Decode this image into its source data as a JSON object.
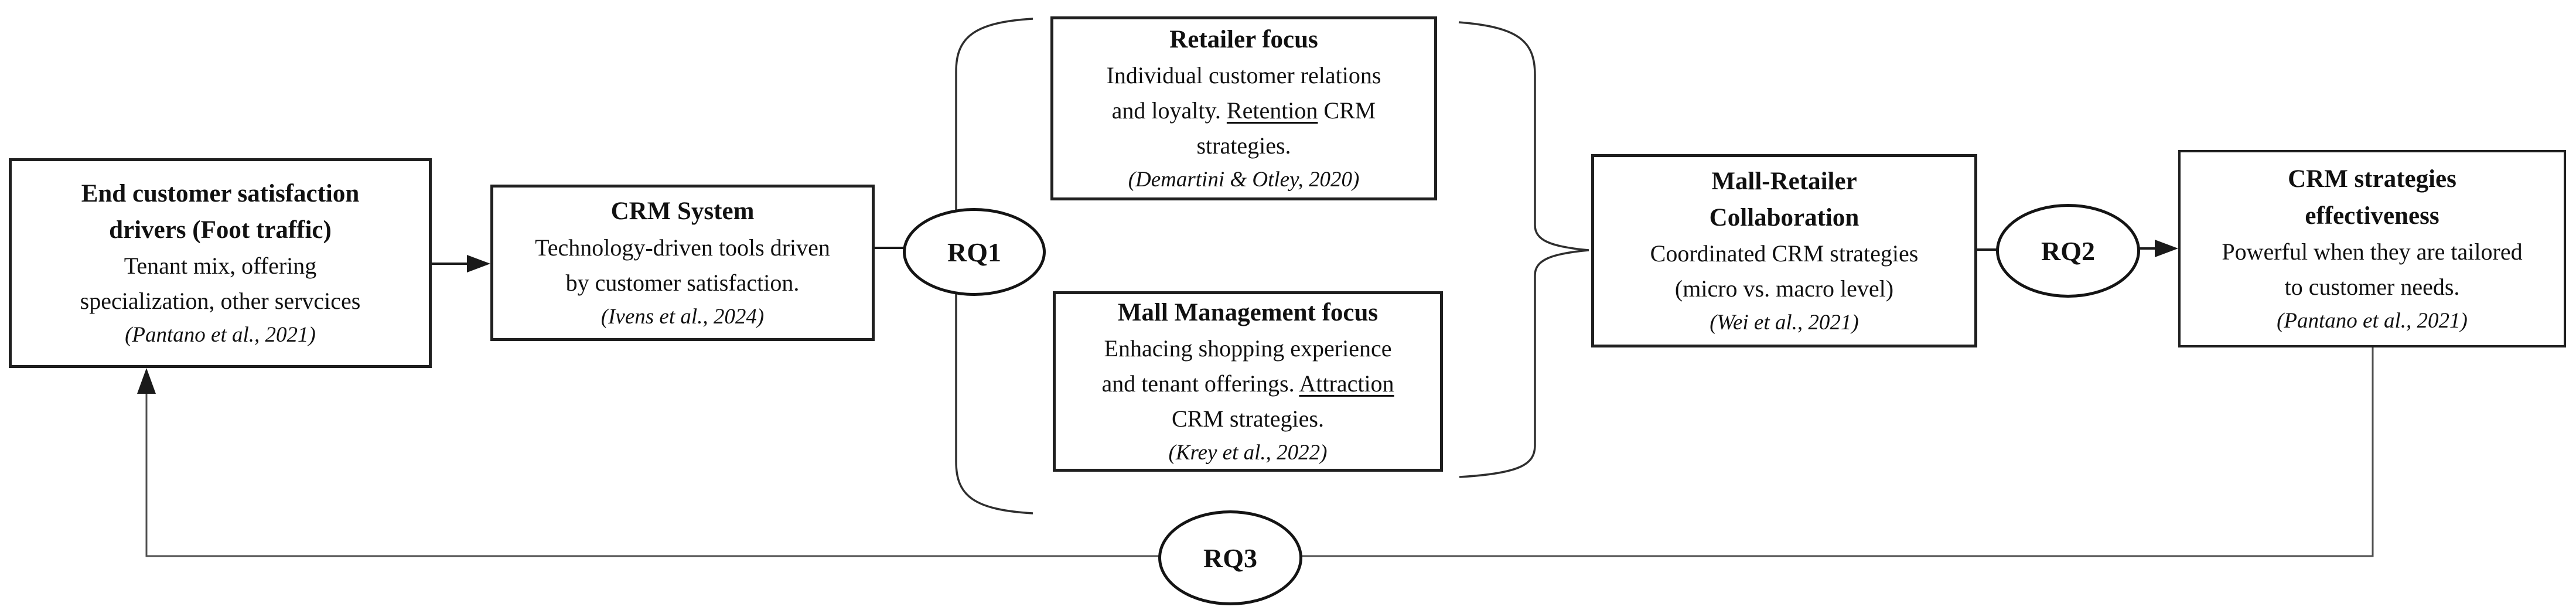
{
  "diagram": {
    "boxes": [
      {
        "id": "end-customer-drivers",
        "title_lines": [
          "End customer satisfaction",
          "drivers (Foot traffic)"
        ],
        "body_lines": [
          [
            {
              "text": "Tenant mix, offering"
            }
          ],
          [
            {
              "text": "specialization, other servcices"
            }
          ]
        ],
        "citation": "(Pantano et al., 2021)"
      },
      {
        "id": "crm-system",
        "title_lines": [
          "CRM System"
        ],
        "body_lines": [
          [
            {
              "text": "Technology-driven tools driven"
            }
          ],
          [
            {
              "text": "by customer satisfaction."
            }
          ]
        ],
        "citation": "(Ivens et al., 2024)"
      },
      {
        "id": "retailer-focus",
        "title_lines": [
          "Retailer focus"
        ],
        "body_lines": [
          [
            {
              "text": "Individual customer relations"
            }
          ],
          [
            {
              "text": "and loyalty. "
            },
            {
              "text": "Retention",
              "underline": true
            },
            {
              "text": " CRM"
            }
          ],
          [
            {
              "text": "strategies."
            }
          ]
        ],
        "citation": "(Demartini & Otley, 2020)"
      },
      {
        "id": "mall-management-focus",
        "title_lines": [
          "Mall Management focus"
        ],
        "body_lines": [
          [
            {
              "text": "Enhacing shopping experience"
            }
          ],
          [
            {
              "text": "and tenant offerings. "
            },
            {
              "text": "Attraction",
              "underline": true
            }
          ],
          [
            {
              "text": "CRM strategies."
            }
          ]
        ],
        "citation": "(Krey et al., 2022)"
      },
      {
        "id": "mall-retailer-collaboration",
        "title_lines": [
          "Mall-Retailer",
          "Collaboration"
        ],
        "body_lines": [
          [
            {
              "text": "Coordinated CRM strategies"
            }
          ],
          [
            {
              "text": "(micro vs. macro level)"
            }
          ]
        ],
        "citation": "(Wei et al., 2021)"
      },
      {
        "id": "crm-strategies-effectiveness",
        "title_lines": [
          "CRM strategies",
          "effectiveness"
        ],
        "body_lines": [
          [
            {
              "text": "Powerful when they are tailored"
            }
          ],
          [
            {
              "text": "to customer needs."
            }
          ]
        ],
        "citation": "(Pantano et al., 2021)"
      }
    ],
    "ovals": [
      {
        "id": "rq1",
        "label": "RQ1"
      },
      {
        "id": "rq2",
        "label": "RQ2"
      },
      {
        "id": "rq3",
        "label": "RQ3"
      }
    ],
    "colors": {
      "background": "#ffffff",
      "box_border": "#1f1f1f",
      "text": "#111111",
      "connector": "#1a1a1a",
      "bracket": "#2e2e2e",
      "feedback_line": "#4f4f4f"
    }
  }
}
